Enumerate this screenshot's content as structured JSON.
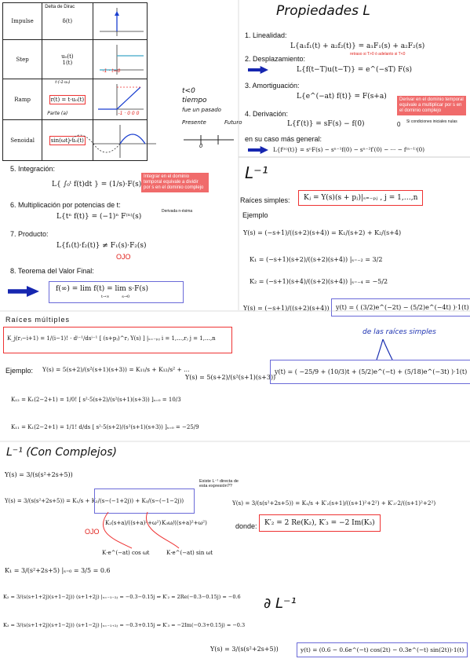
{
  "table": {
    "header": "Delta de Dirac",
    "rows": [
      {
        "name": "Impulse",
        "formula": "δ(t)"
      },
      {
        "name": "Step",
        "formula": "u₀(t)",
        "formula2": "1(t)",
        "graph_note": "-1 · t=0"
      },
      {
        "name": "Ramp",
        "formula": "r(t) = t·u₀(t)",
        "note_top": "t·(-1·u₀)",
        "note_bottom": "Parte (a)",
        "graph_note": "-1 · 0 0 0"
      },
      {
        "name": "Senoidal",
        "formula": "sin(ωt)·u₀(t)"
      }
    ]
  },
  "margin_notes": [
    "t<0",
    "tiempo",
    "fue un pasado",
    "Presente",
    "Futuro",
    "0"
  ],
  "props": {
    "title": "Propiedades L",
    "p1_label": "1. Linealidad:",
    "p1_formula": "L{a₁f₁(t) + a₂f₂(t)} = a₁F₁(s) + a₂F₂(s)",
    "p2_label": "2. Desplazamiento:",
    "p2_note": "retraso si T>0 ó adelanto si T<0",
    "p2_formula": "L{f(t−T)u(t−T)} = e^(−sT) F(s)",
    "p3_label": "3. Amortiguación:",
    "p3_formula": "L{e^(−at) f(t)} = F(s+a)",
    "p4_label": "4. Derivación:",
    "p4_formula": "L{f′(t)} = sF(s) − f(0)",
    "p4_note": "Derivar en el dominio temporal equivale a multiplicar por s en el dominio complejo",
    "p4_cond": "Si condiciones iniciales nulas",
    "p4_zero": "0",
    "p4_general_label": "en su caso más general:",
    "p4_general": "L{f⁽ⁿ⁾(t)} = sⁿF(s) − sⁿ⁻¹f(0) − sⁿ⁻²f′(0) − ··· − f⁽ⁿ⁻¹⁾(0)",
    "p5_label": "5. Integración:",
    "p5_formula": "L{ ∫₀ᵗ f(t)dt } = (1/s)·F(s)",
    "p5_note": "Integrar en el dominio temporal equivale a dividir por s en el dominio complejo",
    "p6_label": "6. Multiplicación por potencias de t:",
    "p6_formula": "L{tⁿ f(t)} = (−1)ⁿ F⁽ⁿ⁾(s)",
    "p6_note": "Derivada n-ésima",
    "p7_label": "7. Producto:",
    "p7_formula": "L{f₁(t)·f₂(t)} ≠ F₁(s)·F₂(s)",
    "p7_ojo": "OJO",
    "p8_label": "8. Teorema del Valor Final:",
    "p8_formula": "f(∞) = lim f(t) = lim s·F(s)",
    "p8_sub": "t→∞          s→0"
  },
  "inverse": {
    "heading": "L⁻¹",
    "simple_label": "Raíces simples:",
    "simple_formula": "Kⱼ = Y(s)(s + pⱼ)|ₛ₌₋ₚⱼ ,  j = 1,…,n",
    "example_label": "Ejemplo",
    "ex_eq": "Y(s) = (−s+1)/((s+2)(s+4)) = K₁/(s+2) + K₂/(s+4)",
    "ex_k1": "K₁ = (−s+1)(s+2)/((s+2)(s+4)) |ₛ₌₋₂ = 3/2",
    "ex_k2": "K₂ = (−s+1)(s+4)/((s+2)(s+4)) |ₛ₌₋₄ = −5/2",
    "ex_result_left": "Y(s) = (−s+1)/((s+2)(s+4))",
    "ex_result_right": "y(t) = ( (3/2)e^(−2t) − (5/2)e^(−4t) )·1(t)",
    "annotation": "de las raíces simples"
  },
  "multiple": {
    "label": "Raíces múltiples",
    "formula": "K_j(rⱼ−i+1) = 1/(i−1)! · dⁱ⁻¹/dsⁱ⁻¹ [ (s+pⱼ)^rⱼ Y(s) ] |ₛ₌₋ₚⱼ   i = 1,…,rⱼ  j = 1,…,n",
    "example_label": "Ejemplo:",
    "ex_eq": "Y(s) = 5(s+2)/(s²(s+1)(s+3)) = K₁₁/s + K₁₂/s² + …",
    "ex_k12": "K₁₂ = K₁(2−2+1) = 1/0! [ s²·5(s+2)/(s²(s+1)(s+3)) ]ₛ₌₀ = 10/3",
    "ex_k11": "K₁₁ = K₁(2−2+1) = 1/1! d/ds [ s²·5(s+2)/(s²(s+1)(s+3)) ]ₛ₌₀ = −25/9",
    "result_left": "Y(s) = 5(s+2)/(s²(s+1)(s+3))",
    "result_right": "y(t) = ( −25/9 + (10/3)t + (5/2)e^(−t) + (5/18)e^(−3t) )·1(t)"
  },
  "complex": {
    "heading": "L⁻¹ (Con Complejos)",
    "eq1": "Y(s) = 3/(s(s²+2s+5))",
    "eq2": "Y(s) = 3/(s(s²+2s+5)) = K₁/s + K₂/(s−(−1+2j)) + K₃/(s−(−1−2j))",
    "note": "Existe L⁻¹ directa de esta expresión??",
    "ojo": "OJO",
    "term_a": "K₂(s+a)/((s+a)²+ω²)",
    "term_b": "K₃ω/((s+a)²+ω²)",
    "inv_a": "K·e^(−at) cos ωt",
    "inv_b": "K·e^(−at) sin ωt",
    "right_eq": "Y(s) = 3/(s(s²+2s+5)) = K₁/s + K′₂(s+1)/((s+1)²+2²) + K′₃·2/((s+1)²+2²)",
    "donde_label": "donde:",
    "donde": "K′₂ = 2 Re(K₂),  K′₃ = −2 Im(K₃)",
    "k1": "K₁ = 3/(s²+2s+5) |ₛ₌₀ = 3/5 = 0.6",
    "k2": "K₂ = 3/(s(s+1+2j)(s+1−2j)) (s+1+2j) |ₛ₌₋₁₋₂ⱼ = −0.3−0.15j ⇒ K′₂ = 2Re(−0.3−0.15j) = −0.6",
    "k3": "K₃ = 3/(s(s+1+2j)(s+1−2j)) (s+1−2j) |ₛ₌₋₁₊₂ⱼ = −0.3+0.15j ⇒ K′₃ = −2Im(−0.3+0.15j) = −0.3",
    "final_left": "Y(s) = 3/(s(s²+2s+5))",
    "final_right": "y(t) = (0.6 − 0.6e^(−t) cos(2t) − 0.3e^(−t) sin(2t))·1(t)",
    "side_mark": "∂ L⁻¹"
  }
}
